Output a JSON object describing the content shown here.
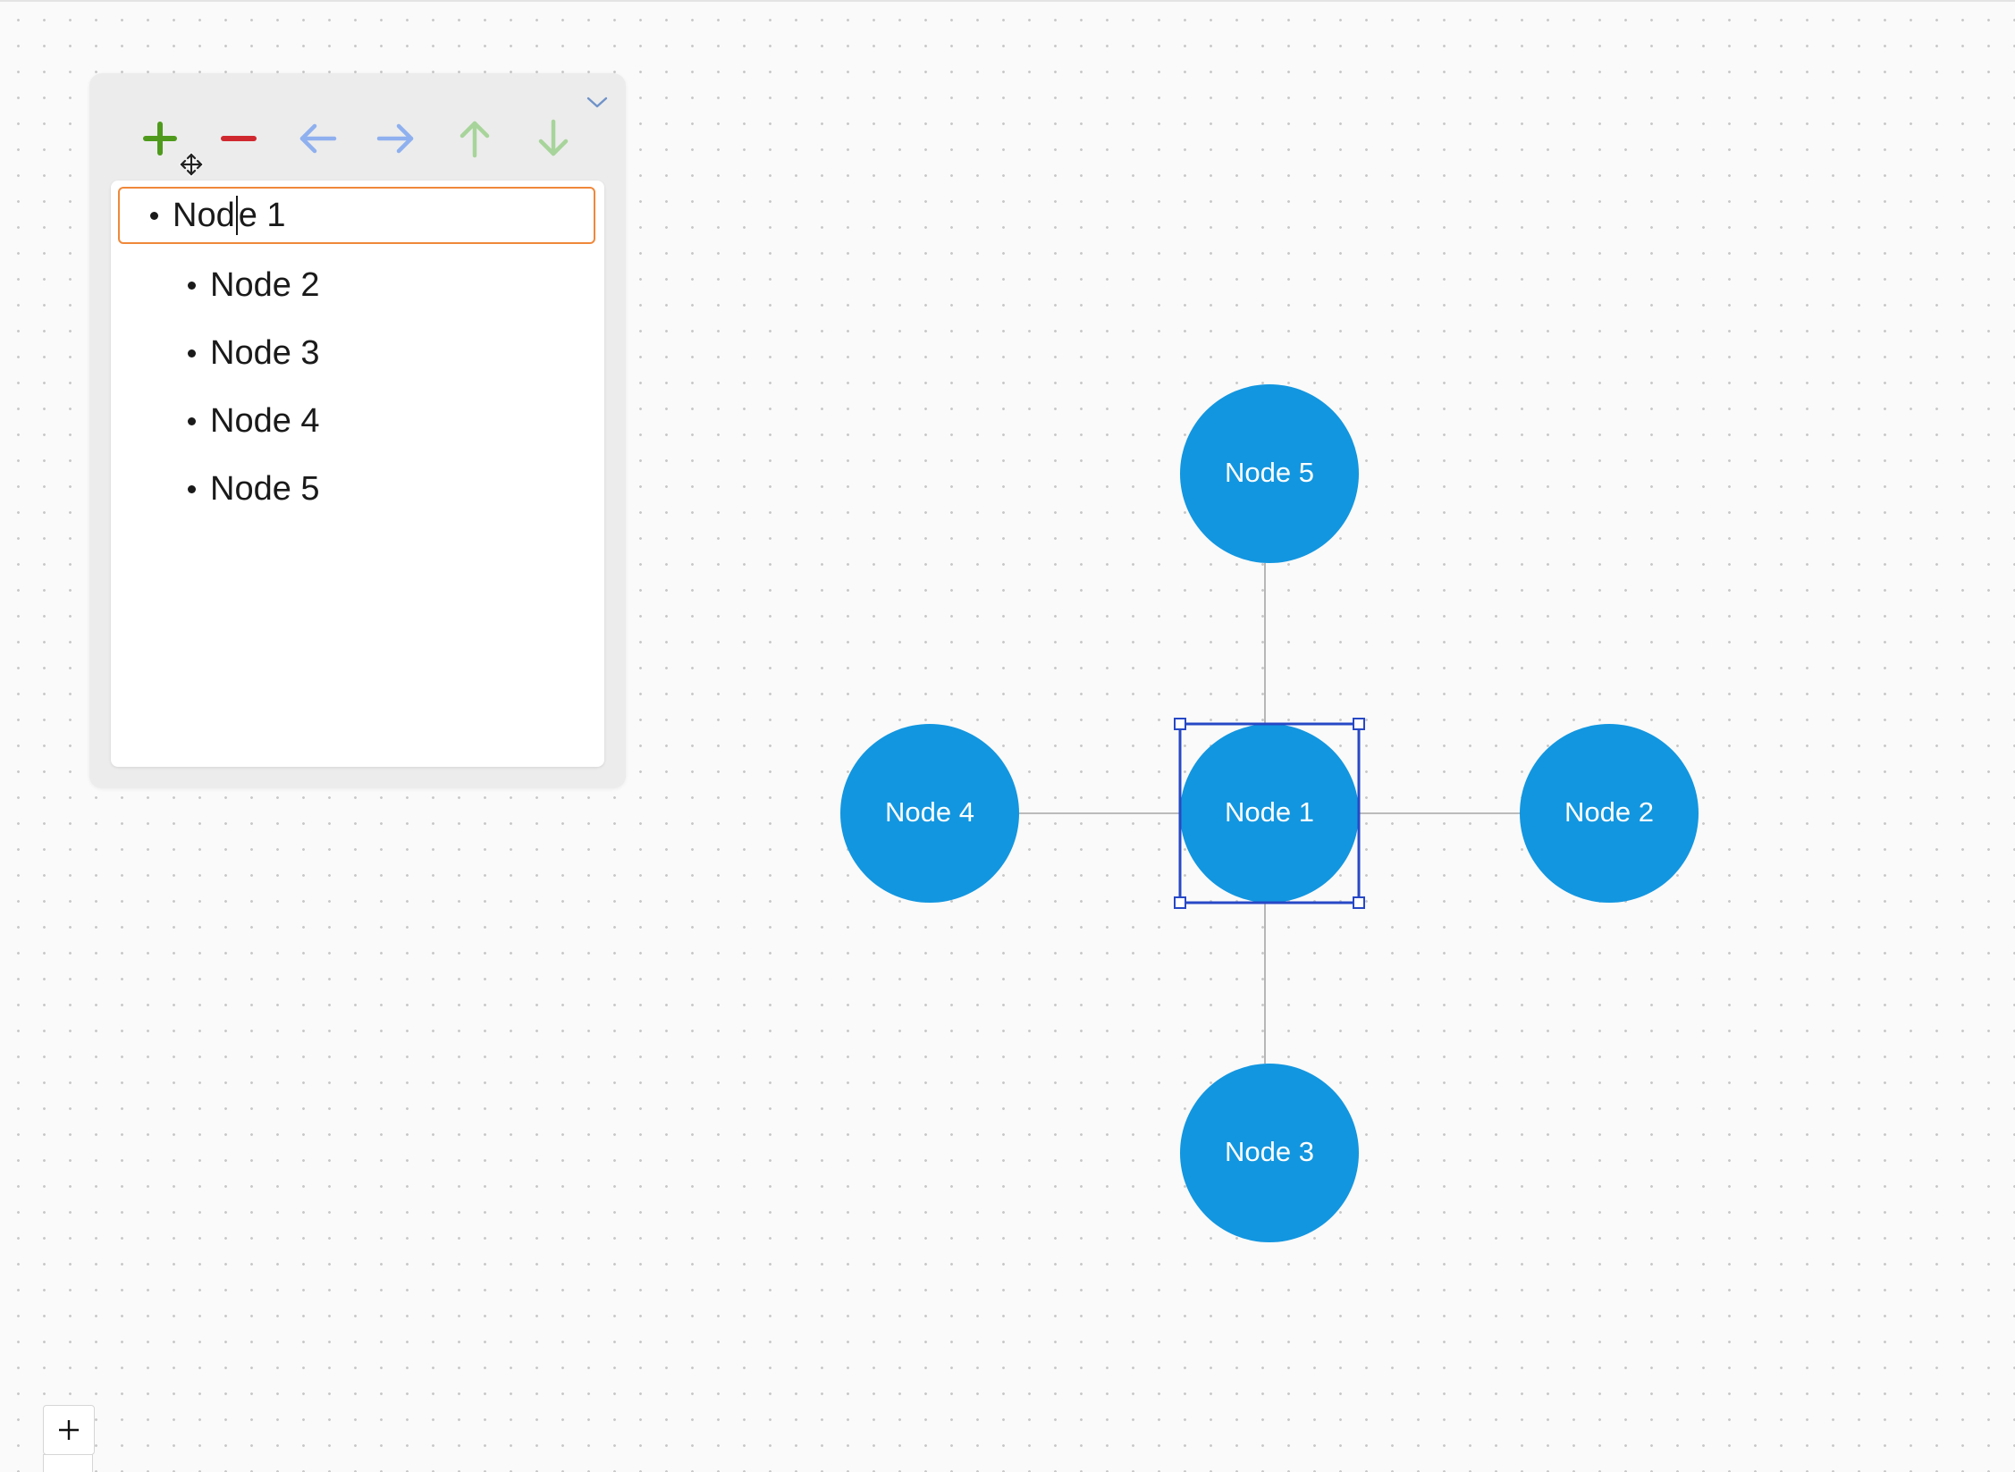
{
  "outline": {
    "items": [
      {
        "text_before_caret": "Nod",
        "text_after_caret": "e 1"
      },
      {
        "text": "Node 2"
      },
      {
        "text": "Node 3"
      },
      {
        "text": "Node 4"
      },
      {
        "text": "Node 5"
      }
    ]
  },
  "toolbar": {
    "icons": [
      "add-icon",
      "remove-icon",
      "arrow-left-icon",
      "arrow-right-icon",
      "arrow-up-icon",
      "arrow-down-icon",
      "chevron-down-icon"
    ],
    "colors": {
      "add": "#4f9a1c",
      "remove": "#d0282f",
      "horizontal": "#8fb0ef",
      "vertical": "#a7d49a",
      "chevron": "#6f93c9"
    }
  },
  "diagram": {
    "center_node": "Node 1",
    "nodes": [
      "Node 1",
      "Node 2",
      "Node 3",
      "Node 4",
      "Node 5"
    ],
    "node_color": "#1296e0",
    "selection_color": "#2748c6",
    "selected": "Node 1"
  },
  "zoom": {
    "icon": "plus-icon"
  }
}
